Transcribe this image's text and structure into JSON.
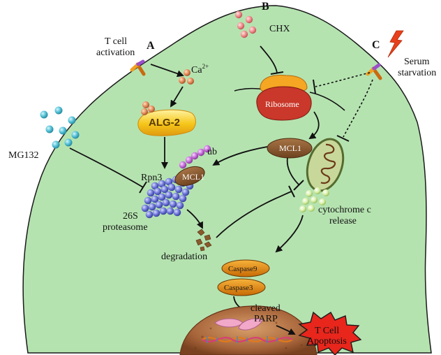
{
  "panel_letters": {
    "a": "A",
    "b": "B",
    "c": "C"
  },
  "labels": {
    "t_cell_activation_line1": "T cell",
    "t_cell_activation_line2": "activation",
    "calcium": "Ca",
    "calcium_sup": "2+",
    "chx": "CHX",
    "serum_line1": "Serum",
    "serum_line2": "starvation",
    "ribosome": "Ribosome",
    "alg2": "ALG-2",
    "mg132": "MG132",
    "mcl1_main": "MCL1",
    "mcl1_small": "MCL1",
    "ub": "ub",
    "rpn3": "Rpn3",
    "proteasome_line1": "26S",
    "proteasome_line2": "proteasome",
    "degradation": "degradation",
    "cytochrome_line1": "cytochrome c",
    "cytochrome_line2": "release",
    "caspase9": "Caspase9",
    "caspase3": "Caspase3",
    "cleaved_line1": "cleaved",
    "cleaved_line2": "PARP",
    "apoptosis_line1": "T Cell",
    "apoptosis_line2": "Apoptosis"
  },
  "colors": {
    "cell_fill": "#b5e3b0",
    "cell_stroke": "#1a1a1a",
    "ribosome_top": "#f5a623",
    "ribosome_bottom": "#c9382a",
    "alg2": "#f5c518",
    "mcl1": "#8a5a2b",
    "caspase": "#e08a0c",
    "apoptosis": "#e8261c",
    "mg132": "#3ab0c8",
    "chx": "#f08080",
    "proteasome": "#5a63c8",
    "ub": "#c46ad6",
    "mito_outer": "#556b2f",
    "nucleus": "#9c5a2e"
  }
}
